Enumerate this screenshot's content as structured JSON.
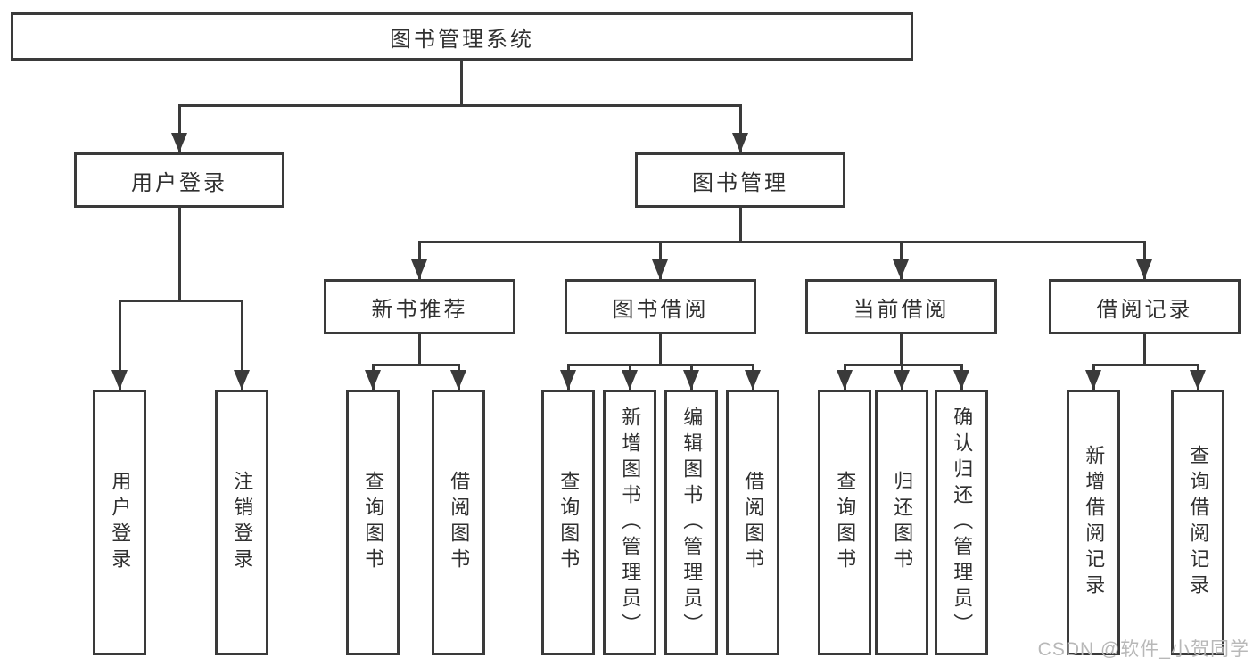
{
  "colors": {
    "line": "#3a3a3a",
    "text": "#303030",
    "watermark": "#b8b8b8",
    "background": "#ffffff"
  },
  "watermark": {
    "label": "CSDN @软件_小贺同学"
  },
  "diagram": {
    "root": {
      "label": "图书管理系统"
    },
    "user_login": {
      "label": "用户登录",
      "children": {
        "login": {
          "label": "用户登录"
        },
        "logout": {
          "label": "注销登录"
        }
      }
    },
    "book_mgmt": {
      "label": "图书管理",
      "children": {
        "new_books": {
          "label": "新书推荐",
          "children": {
            "query": {
              "label": "查询图书"
            },
            "borrow": {
              "label": "借阅图书"
            }
          }
        },
        "book_borrow": {
          "label": "图书借阅",
          "children": {
            "query": {
              "label": "查询图书"
            },
            "add": {
              "label": "新增图书（管理员）"
            },
            "edit": {
              "label": "编辑图书（管理员）"
            },
            "borrow": {
              "label": "借阅图书"
            }
          }
        },
        "current_borrow": {
          "label": "当前借阅",
          "children": {
            "query": {
              "label": "查询图书"
            },
            "return": {
              "label": "归还图书"
            },
            "confirm": {
              "label": "确认归还（管理员）"
            }
          }
        },
        "borrow_records": {
          "label": "借阅记录",
          "children": {
            "add": {
              "label": "新增借阅记录"
            },
            "query": {
              "label": "查询借阅记录"
            }
          }
        }
      }
    }
  }
}
